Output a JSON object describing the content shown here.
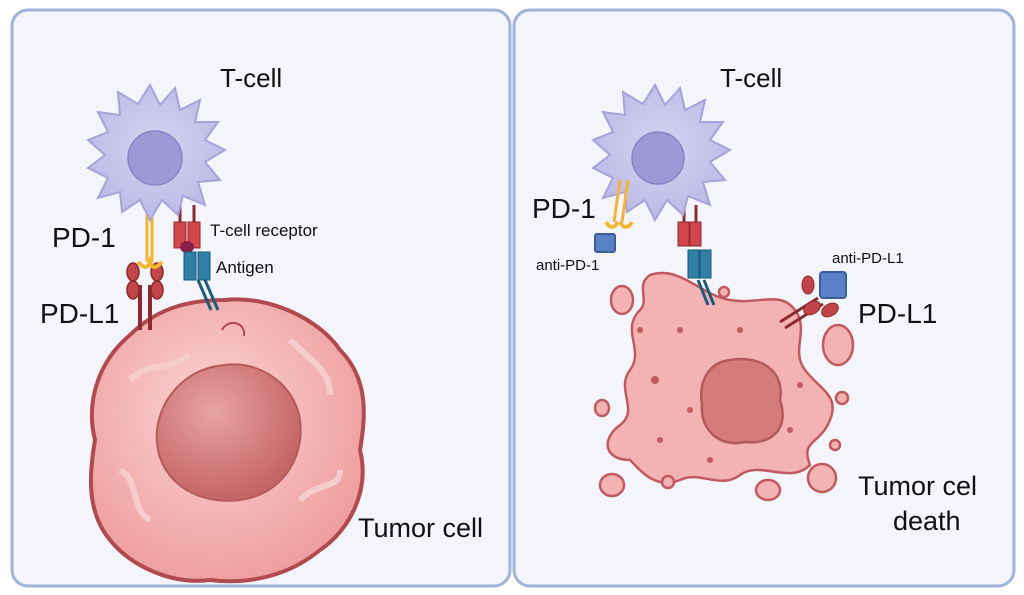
{
  "panels": [
    {
      "name": "pd1-pdl1-binding",
      "tcell_label": "T-cell",
      "pd1_label": "PD-1",
      "tcr_label": "T-cell receptor",
      "antigen_label": "Antigen",
      "pdl1_label": "PD-L1",
      "tumor_label": "Tumor cell"
    },
    {
      "name": "checkpoint-blockade",
      "tcell_label": "T-cell",
      "pd1_label": "PD-1",
      "anti_pd1_label": "anti-PD-1",
      "anti_pdl1_label": "anti-PD-L1",
      "pdl1_label": "PD-L1",
      "tumor_line1": "Tumor cel",
      "tumor_line2": "death"
    }
  ],
  "colors": {
    "panel_border": "#9fb2d8",
    "panel_fill": "#f3f5fb",
    "tcell": "#c7c4ec",
    "tcell_nucleus": "#9c99d6",
    "tumor": "#f4b9b9",
    "tumor_nucleus": "#d47b7b",
    "pd1": "#f2b632",
    "pdl1": "#b5383d",
    "tcr": "#d2454a",
    "antigen": "#2f7fa6",
    "antibody": "#5b82c8"
  }
}
